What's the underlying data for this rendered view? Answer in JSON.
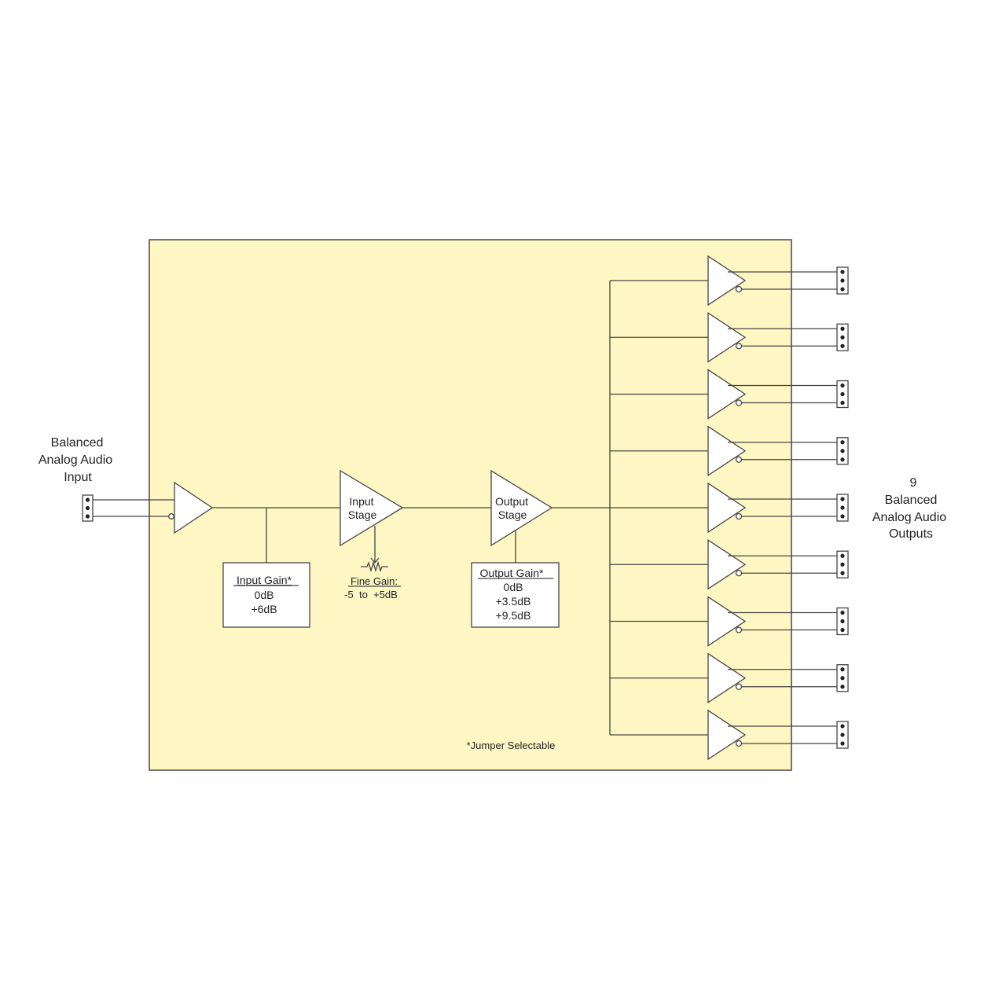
{
  "input_label": [
    "Balanced",
    "Analog Audio",
    "Input"
  ],
  "output_label": [
    "9",
    "Balanced",
    "Analog Audio",
    "Outputs"
  ],
  "output_count": 9,
  "input_stage": [
    "Input",
    "Stage"
  ],
  "output_stage": [
    "Output",
    "Stage"
  ],
  "input_gain": {
    "title": "Input Gain*",
    "options": [
      "0dB",
      "+6dB"
    ]
  },
  "fine_gain": {
    "title": "Fine Gain:",
    "range": "-5  to  +5dB"
  },
  "output_gain": {
    "title": "Output Gain*",
    "options": [
      "0dB",
      "+3.5dB",
      "+9.5dB"
    ]
  },
  "footnote": "*Jumper Selectable",
  "colors": {
    "board": "#fef7c3",
    "line": "#444444"
  }
}
